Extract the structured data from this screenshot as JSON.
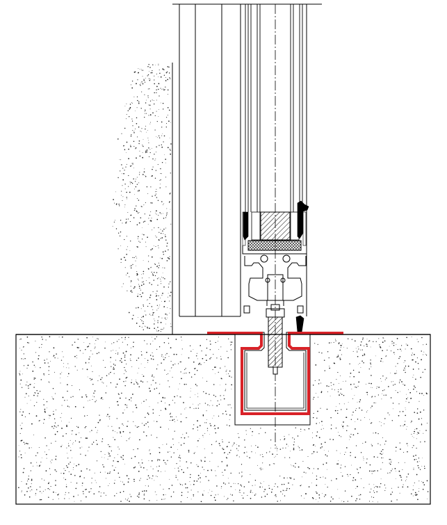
{
  "drawing": {
    "type": "architectural section detail",
    "colors": {
      "line": "#000000",
      "background": "#ffffff",
      "highlight_channel": "#d92228",
      "speckle": "#222222",
      "hatch": "#000000",
      "gasket": "#000000"
    },
    "components": [
      "concrete-floor-slab",
      "concrete-wall",
      "embedded-track-channel",
      "sliding-door-frame",
      "glazing-unit",
      "bottom-rail-profile",
      "guide-roller",
      "weather-seal",
      "centerline"
    ]
  }
}
